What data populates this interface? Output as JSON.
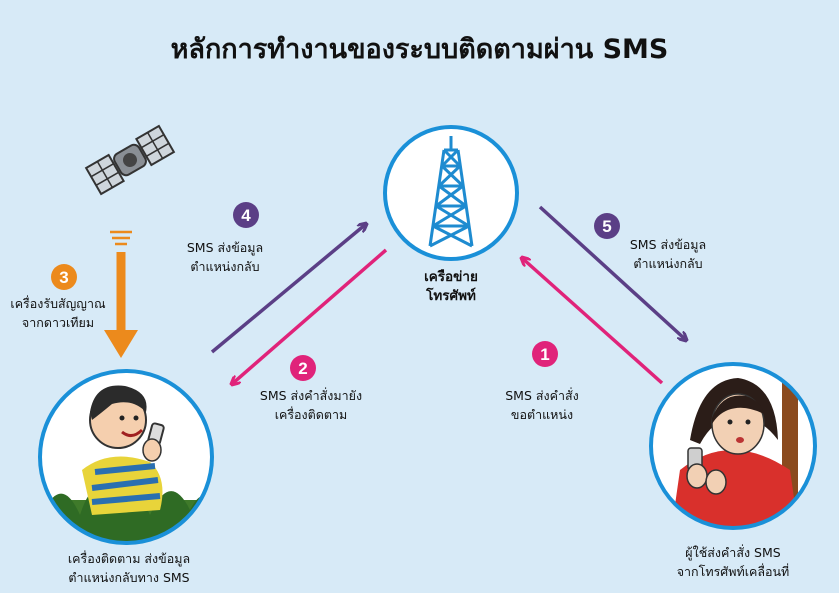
{
  "title": "หลักการทำงานของระบบติดตามผ่าน SMS",
  "colors": {
    "background": "#d7eaf7",
    "circle_stroke": "#1a90d8",
    "step_purple": "#5b3f86",
    "step_pink": "#e0237a",
    "step_orange": "#ec8a1c",
    "tower": "#1e8bd0"
  },
  "nodes": {
    "satellite": {
      "icon": "satellite-icon"
    },
    "tower": {
      "icon": "cell-tower-icon",
      "label_line1": "เครือข่าย",
      "label_line2": "โทรศัพท์"
    },
    "tracker": {
      "icon": "person-with-tracker-icon",
      "label_line1": "เครื่องติดตาม ส่งข้อมูล",
      "label_line2": "ตำแหน่งกลับทาง SMS"
    },
    "user": {
      "icon": "woman-with-phone-icon",
      "label_line1": "ผู้ใช้ส่งคำสั่ง SMS",
      "label_line2": "จากโทรศัพท์เคลื่อนที่"
    }
  },
  "steps": [
    {
      "number": "1",
      "line1": "SMS ส่งคำสั่ง",
      "line2": "ขอตำแหน่ง"
    },
    {
      "number": "2",
      "line1": "SMS ส่งคำสั่งมายัง",
      "line2": "เครื่องติดตาม"
    },
    {
      "number": "3",
      "line1": "เครื่องรับสัญญาณ",
      "line2": "จากดาวเทียม"
    },
    {
      "number": "4",
      "line1": "SMS ส่งข้อมูล",
      "line2": "ตำแหน่งกลับ"
    },
    {
      "number": "5",
      "line1": "SMS ส่งข้อมูล",
      "line2": "ตำแหน่งกลับ"
    }
  ]
}
